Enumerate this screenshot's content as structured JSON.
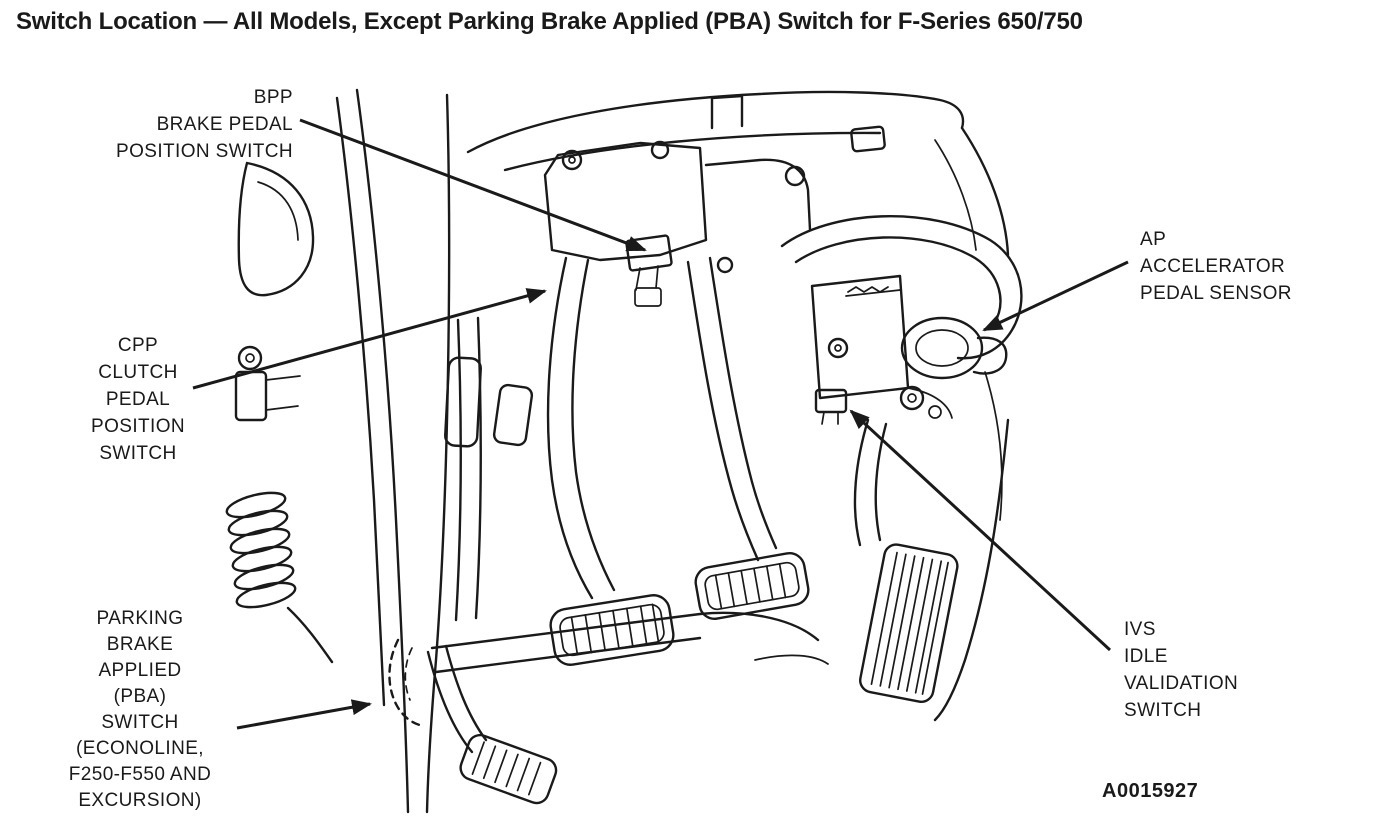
{
  "page": {
    "title": "Switch Location —  All Models, Except Parking Brake Applied (PBA) Switch for F-Series 650/750",
    "part_number": "A0015927"
  },
  "colors": {
    "ink": "#1a1a1a",
    "background": "#ffffff"
  },
  "labels": {
    "bpp": {
      "lines": [
        "BPP",
        "BRAKE PEDAL",
        "POSITION SWITCH"
      ]
    },
    "cpp": {
      "lines": [
        "CPP",
        "CLUTCH",
        "PEDAL",
        "POSITION",
        "SWITCH"
      ]
    },
    "ap": {
      "lines": [
        "AP",
        "ACCELERATOR",
        "PEDAL SENSOR"
      ]
    },
    "ivs": {
      "lines": [
        "IVS",
        "IDLE",
        "VALIDATION",
        "SWITCH"
      ]
    },
    "pba": {
      "lines": [
        "PARKING",
        "BRAKE",
        "APPLIED",
        "(PBA)",
        "SWITCH",
        "(ECONOLINE,",
        "F250-F550 AND",
        "EXCURSION)"
      ]
    }
  }
}
